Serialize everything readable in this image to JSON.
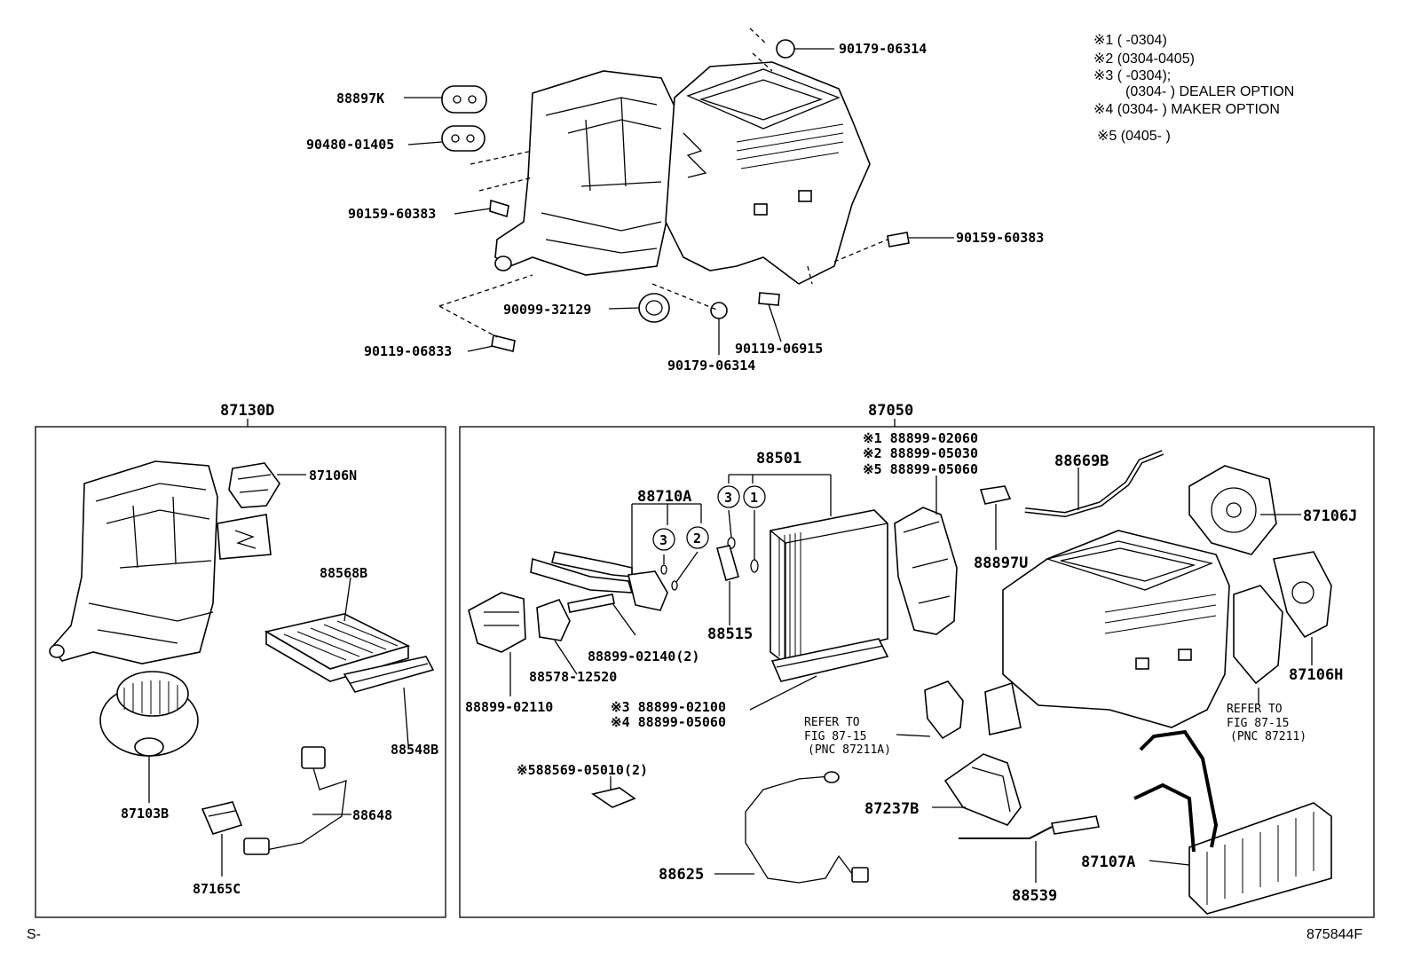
{
  "legend": [
    "※1 (        -0304)",
    "※2 (0304-0405)",
    "※3 (        -0304);",
    "(0304-          ) DEALER OPTION",
    "※4 (0304-          ) MAKER OPTION",
    "※5 (0405-          )"
  ],
  "top_labels": {
    "p88897k": "88897K",
    "p90480": "90480-01405",
    "p90159a": "90159-60383",
    "p90179a": "90179-06314",
    "p90159b": "90159-60383",
    "p90099": "90099-32129",
    "p90119a": "90119-06833",
    "p90179b": "90179-06314",
    "p90119b": "90119-06915"
  },
  "left_box": {
    "title": "87130D",
    "p87106n": "87106N",
    "p88568b": "88568B",
    "p88548b": "88548B",
    "p87103b": "87103B",
    "p88648": "88648",
    "p87165c": "87165C"
  },
  "right_box": {
    "title": "87050",
    "opt1": "※1 88899-02060",
    "opt2": "※2 88899-05030",
    "opt5": "※5 88899-05060",
    "p88501": "88501",
    "p88710a": "88710A",
    "c3a": "3",
    "c1": "1",
    "c3b": "3",
    "c2": "2",
    "p88669b": "88669B",
    "p87106j": "87106J",
    "p88897u": "88897U",
    "p88515": "88515",
    "p88899_02140": "88899-02140(2)",
    "p88578": "88578-12520",
    "p88899_02110": "88899-02110",
    "p88899_02100": "※3 88899-02100",
    "p88899_05060": "※4 88899-05060",
    "ref1a": "REFER TO",
    "ref1b": "FIG 87-15",
    "ref1c": "(PNC 87211A)",
    "ref2a": "REFER TO",
    "ref2b": "FIG 87-15",
    "ref2c": "(PNC 87211)",
    "p87106h": "87106H",
    "p88569": "※588569-05010(2)",
    "p87237b": "87237B",
    "p88625": "88625",
    "p88539": "88539",
    "p87107a": "87107A"
  },
  "footer": {
    "left": "S-",
    "right": "875844F"
  }
}
